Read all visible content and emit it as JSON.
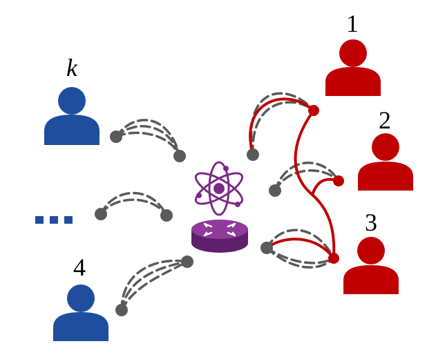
{
  "users": [
    {
      "id": "1",
      "label": "1",
      "color": "#c00000",
      "icon": "person-icon"
    },
    {
      "id": "2",
      "label": "2",
      "color": "#c00000",
      "icon": "person-icon"
    },
    {
      "id": "3",
      "label": "3",
      "color": "#c00000",
      "icon": "person-icon"
    },
    {
      "id": "4",
      "label": "4",
      "color": "#1f4e9e",
      "icon": "person-icon"
    },
    {
      "id": "k",
      "label": "k",
      "color": "#1f4e9e",
      "icon": "person-icon"
    }
  ],
  "ellipsis": {
    "icon": "ellipsis-icon",
    "color": "#1f4e9e"
  },
  "center": {
    "atom_icon": "atom-icon",
    "router_icon": "router-icon",
    "color": "#7a2a86"
  },
  "colors": {
    "node": "#5a5a5a",
    "dashed_link": "#5a5a5a",
    "active_link": "#c00000"
  }
}
